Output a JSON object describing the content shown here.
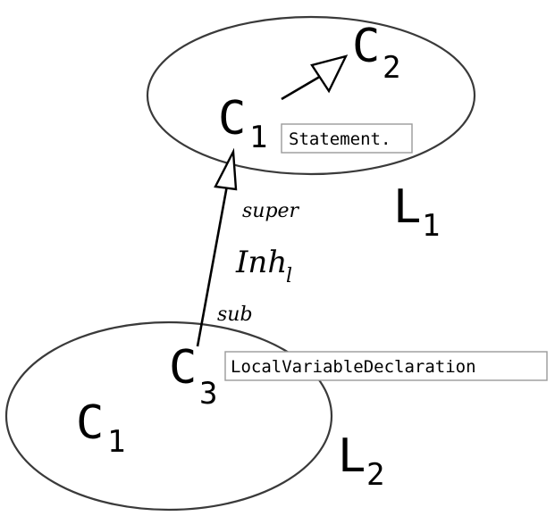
{
  "top_language": {
    "label": "L",
    "label_sub": "1",
    "concept_c1": {
      "letter": "C",
      "sub": "1"
    },
    "concept_c2": {
      "letter": "C",
      "sub": "2"
    },
    "tag": "Statement."
  },
  "bottom_language": {
    "label": "L",
    "label_sub": "2",
    "concept_c1": {
      "letter": "C",
      "sub": "1"
    },
    "concept_c3": {
      "letter": "C",
      "sub": "3"
    },
    "tag": "LocalVariableDeclaration"
  },
  "inheritance": {
    "name": "Inh",
    "name_sub": "l",
    "super_label": "super",
    "sub_label": "sub"
  }
}
